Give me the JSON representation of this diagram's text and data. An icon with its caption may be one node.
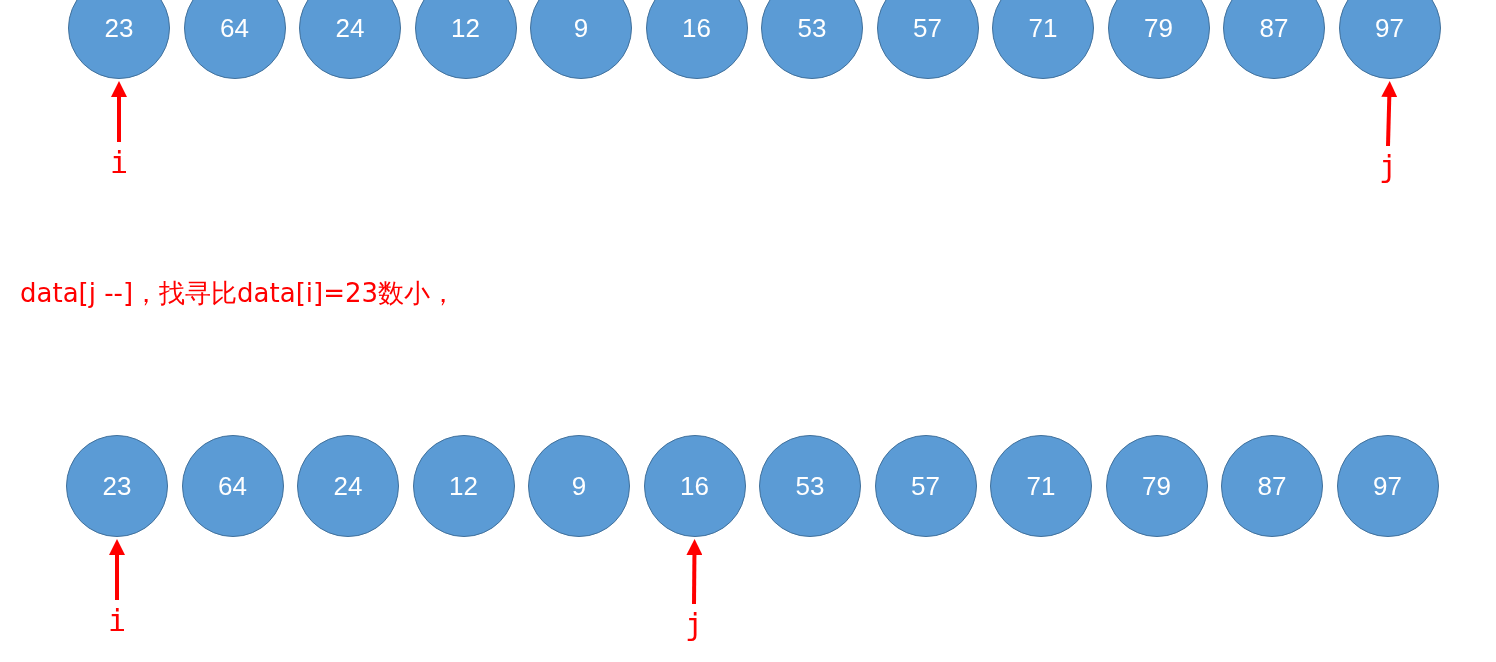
{
  "diagram": {
    "nodes": [
      {
        "text": [
          "23"
        ]
      },
      {
        "text": [
          "64"
        ]
      },
      {
        "text": [
          "24"
        ]
      },
      {
        "text": [
          "12"
        ]
      },
      {
        "text": [
          "9"
        ]
      },
      {
        "text": [
          "16"
        ]
      },
      {
        "text": [
          "53"
        ]
      },
      {
        "text": [
          "57"
        ]
      },
      {
        "text": [
          "71"
        ]
      },
      {
        "text": [
          "79"
        ]
      },
      {
        "text": [
          "87"
        ]
      },
      {
        "text": [
          "97"
        ]
      },
      {
        "text": [
          "i"
        ]
      },
      {
        "text": [
          "j"
        ]
      },
      {
        "text": [
          "23"
        ]
      },
      {
        "text": [
          "64"
        ]
      },
      {
        "text": [
          "24"
        ]
      },
      {
        "text": [
          "12"
        ]
      },
      {
        "text": [
          "9"
        ]
      },
      {
        "text": [
          "16"
        ]
      },
      {
        "text": [
          "53"
        ]
      },
      {
        "text": [
          "57"
        ]
      },
      {
        "text": [
          "71"
        ]
      },
      {
        "text": [
          "79"
        ]
      },
      {
        "text": [
          "87"
        ]
      },
      {
        "text": [
          "97"
        ]
      },
      {
        "text": [
          "i"
        ]
      },
      {
        "text": [
          "j"
        ]
      }
    ],
    "edges": [
      {
        "from": 12,
        "to": 0,
        "arrow": "to"
      },
      {
        "from": 13,
        "to": 11,
        "arrow": "to"
      },
      {
        "from": 26,
        "to": 14,
        "arrow": "to"
      },
      {
        "from": 27,
        "to": 19,
        "arrow": "to"
      }
    ],
    "labels": [
      "data[j --]，找寻比data[i]=23数小，"
    ]
  }
}
